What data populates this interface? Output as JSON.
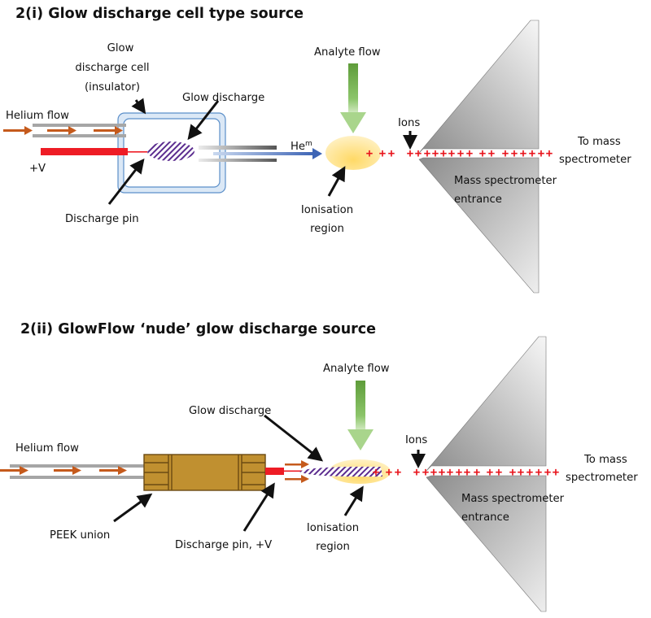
{
  "panel1": {
    "title": "2(i)  Glow discharge cell type source",
    "labels": {
      "cell_line1": "Glow",
      "cell_line2": "discharge cell",
      "cell_line3": "(insulator)",
      "glow_discharge": "Glow discharge",
      "helium_flow": "Helium flow",
      "voltage": "+V",
      "discharge_pin": "Discharge pin",
      "he_metastable_base": "He",
      "he_metastable_sup": "m",
      "analyte_flow": "Analyte flow",
      "ions": "Ions",
      "to_ms_line1": "To mass",
      "to_ms_line2": "spectrometer",
      "ms_entrance_line1": "Mass spectrometer",
      "ms_entrance_line2": "entrance",
      "ionisation_line1": "Ionisation",
      "ionisation_line2": "region"
    }
  },
  "panel2": {
    "title": "2(ii)  GlowFlow ‘nude’ glow discharge source",
    "labels": {
      "analyte_flow": "Analyte flow",
      "glow_discharge": "Glow discharge",
      "helium_flow": "Helium flow",
      "ions": "Ions",
      "to_ms_line1": "To mass",
      "to_ms_line2": "spectrometer",
      "peek_union": "PEEK union",
      "discharge_pin": "Discharge pin, +V",
      "ionisation_line1": "Ionisation",
      "ionisation_line2": "region",
      "ms_entrance_line1": "Mass spectrometer",
      "ms_entrance_line2": "entrance"
    }
  },
  "ion_symbol": "+",
  "colors": {
    "helium_arrow": "#c55a1c",
    "pin_red": "#ee1c25",
    "tube_gray": "#a6a6a6",
    "cell_blue": "#bdd7ee",
    "cell_border": "#5b8fc9",
    "he_m_arrow": "#3f6fbf",
    "analyte_green": "#70ad47",
    "ionisation_yellow": "#ffe08a",
    "glow_purple": "#5b2c8f",
    "peek_brown": "#c09030",
    "cone_gray": "#9a9a9a",
    "ion_red": "#e8141c"
  }
}
